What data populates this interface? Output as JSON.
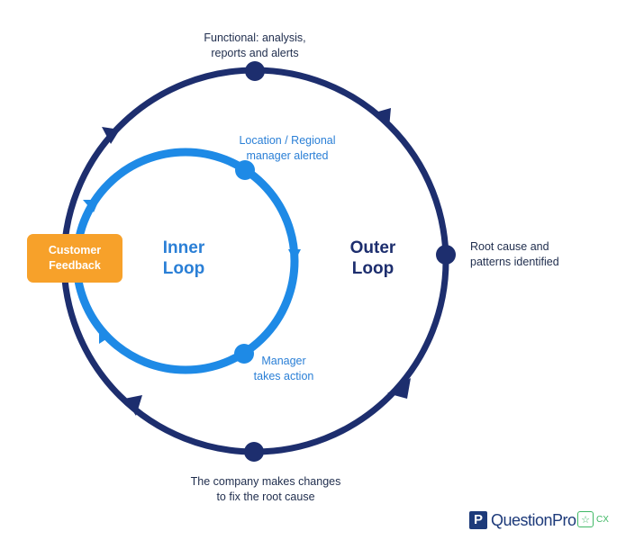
{
  "outer_loop": {
    "title_line1": "Outer",
    "title_line2": "Loop",
    "color": "#1d2e6e",
    "steps": [
      {
        "line1": "Functional: analysis,",
        "line2": "reports and alerts"
      },
      {
        "line1": "Root cause and",
        "line2": "patterns identified"
      },
      {
        "line1": "The company makes changes",
        "line2": "to fix the root cause"
      }
    ]
  },
  "inner_loop": {
    "title_line1": "Inner",
    "title_line2": "Loop",
    "color": "#1e8ae6",
    "steps": [
      {
        "line1": "Location / Regional",
        "line2": "manager alerted"
      },
      {
        "line1": "Manager",
        "line2": "takes action"
      }
    ]
  },
  "start_node": {
    "line1": "Customer",
    "line2": "Feedback",
    "color": "#f7a12a"
  },
  "branding": {
    "logo_icon": "questionpro-p-icon",
    "name": "QuestionPro",
    "cx_icon": "star-icon",
    "cx_label": "CX"
  }
}
